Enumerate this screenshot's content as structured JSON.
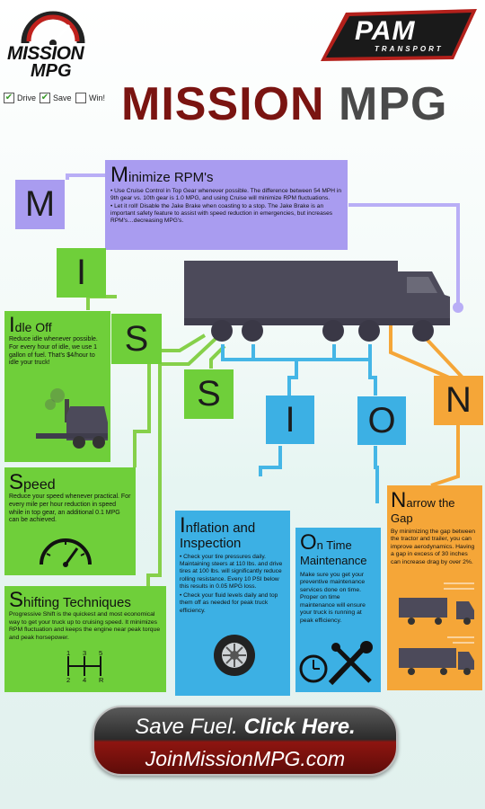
{
  "brand": {
    "logo_line1": "MISSION",
    "logo_line2": "MPG",
    "checks": [
      "Drive",
      "Save",
      "Win!"
    ],
    "company": "PAM",
    "company_sub": "TRANSPORT"
  },
  "title": {
    "part1": "MISSION",
    "part2": "MPG"
  },
  "letters": [
    "M",
    "I",
    "S",
    "S",
    "I",
    "O",
    "N"
  ],
  "sections": {
    "m": {
      "title_cap": "M",
      "title_rest": "inimize RPM's",
      "body": [
        "• Use Cruise Control in Top Gear whenever possible. The difference between 54 MPH in 9th gear vs. 10th gear is 1.0 MPG, and using Cruise will minimize RPM fluctuations.",
        "• Let it roll! Disable the Jake Brake when coasting to a stop. The Jake Brake is an important safety feature to assist with speed reduction in emergencies, but increases RPM's…decreasing MPG's."
      ]
    },
    "idle": {
      "title_cap": "I",
      "title_rest": "dle Off",
      "body": "Reduce idle whenever possible. For every hour of idle, we use 1 gallon of fuel. That's $4/hour to idle your truck!"
    },
    "speed": {
      "title_cap": "S",
      "title_rest": "peed",
      "body": "Reduce your speed whenever practical. For every mile per hour reduction in speed while in top gear, an additional 0.1 MPG can be achieved."
    },
    "shifting": {
      "title_cap": "S",
      "title_rest": "hifting Techniques",
      "body": "Progressive Shift is the quickest and most economical way to get your truck up to cruising speed. It minimizes RPM fluctuation and keeps the engine near peak torque and peak horsepower.",
      "gears": [
        "1",
        "3",
        "5",
        "2",
        "4",
        "R"
      ]
    },
    "inflation": {
      "title_cap": "I",
      "title_rest": "nflation and Inspection",
      "body": [
        "• Check your tire pressures daily. Maintaining steers at 110 lbs. and drive tires at 100 lbs. will significantly reduce rolling resistance. Every 10 PSI below this results in 0.05 MPG loss.",
        "• Check your fluid levels daily and top them off as needed for peak truck efficiency."
      ]
    },
    "ontime": {
      "title_cap": "O",
      "title_rest": "n Time Maintenance",
      "body": "Make sure you get your preventive maintenance services done on time. Proper on time maintenance will ensure your truck is running at peak efficiency."
    },
    "narrow": {
      "title_cap": "N",
      "title_rest": "arrow the Gap",
      "body": "By minimizing the gap between the tractor and trailer, you can improve aerodynamics. Having a gap in excess of 30 inches can increase drag by over 2%."
    }
  },
  "cta": {
    "line1a": "Save Fuel. ",
    "line1b": "Click Here.",
    "line2": "JoinMissionMPG.com"
  },
  "colors": {
    "purple": "#a99cf0",
    "green": "#6fcf3a",
    "teal": "#3cb0e4",
    "orange": "#f5a638",
    "dark_red": "#7a1411",
    "truck_gray": "#4c4a5a"
  }
}
